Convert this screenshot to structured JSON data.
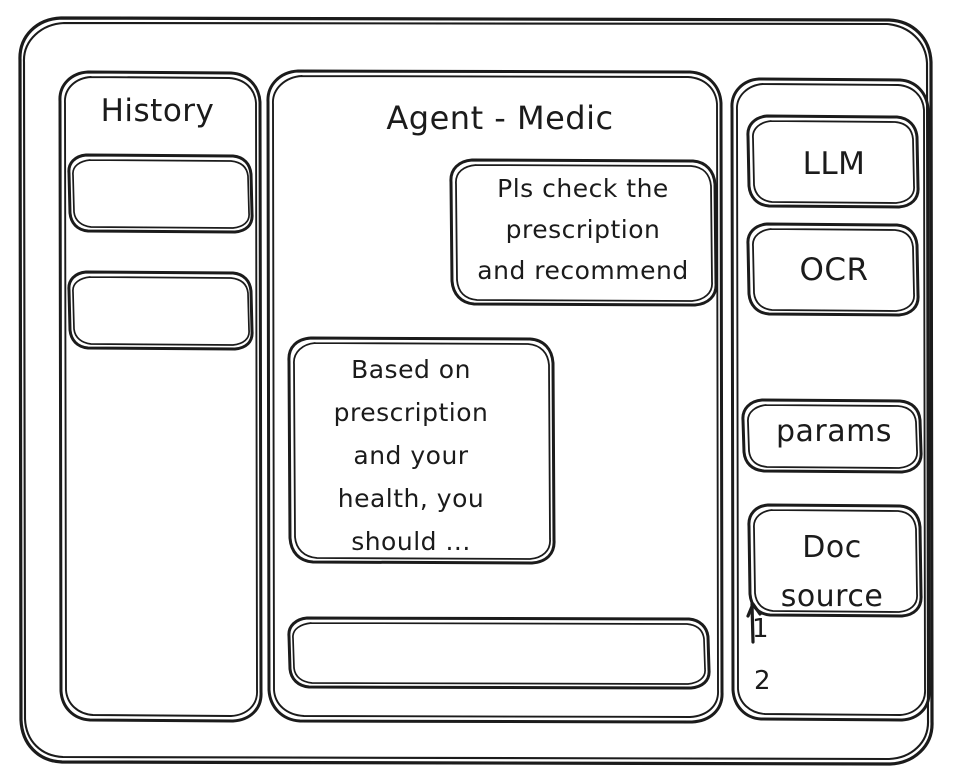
{
  "window": {
    "frame_name": "app-window"
  },
  "sidebar": {
    "title": "History",
    "items": [
      {
        "label": ""
      },
      {
        "label": ""
      }
    ]
  },
  "main": {
    "title": "Agent - Medic",
    "messages": [
      {
        "role": "user",
        "text": "Pls check the\nprescription\nand recommend"
      },
      {
        "role": "agent",
        "text": "Based on\nprescription\nand your\nhealth, you\nshould ..."
      }
    ],
    "composer": {
      "value": "",
      "placeholder": ""
    }
  },
  "tools": {
    "buttons": [
      {
        "label": "LLM"
      },
      {
        "label": "OCR"
      },
      {
        "label": "params"
      }
    ],
    "doc_source": {
      "label": "Doc\nsource",
      "items": [
        {
          "label": "1"
        },
        {
          "label": "2"
        }
      ]
    }
  },
  "style": {
    "ink": "#1b1b1b",
    "paper": "#ffffff"
  }
}
